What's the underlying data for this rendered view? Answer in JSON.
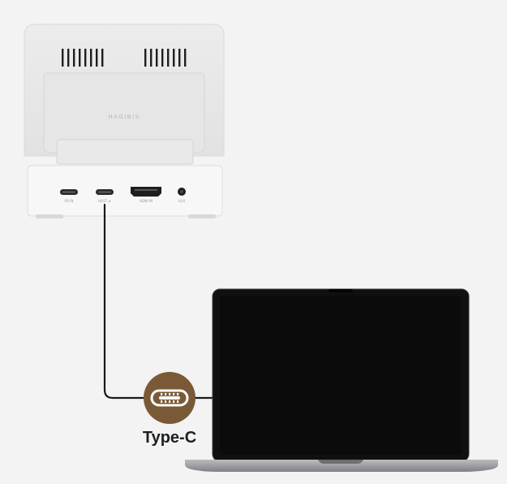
{
  "device": {
    "brand": "HAGIBIS",
    "ports": [
      {
        "type": "usb-c",
        "label": "PD IN"
      },
      {
        "type": "usb-c",
        "label": "HOST ⇄"
      },
      {
        "type": "hdmi",
        "label": "HDMI IN"
      },
      {
        "type": "audio",
        "label": "AUX"
      }
    ]
  },
  "connector": {
    "label": "Type-C",
    "icon": "usb-c-port-icon",
    "color": "#7a5a36"
  },
  "laptop": {
    "screen_color": "#0b0b0b",
    "body_color": "#a9abae"
  }
}
